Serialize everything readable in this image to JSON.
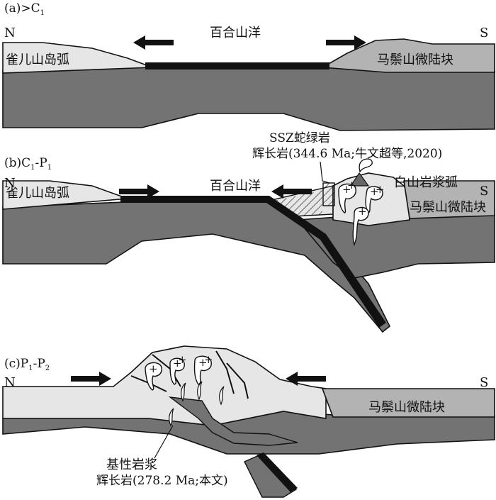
{
  "colors": {
    "light_crust": "#e6e6e6",
    "micro_block": "#b3b3b3",
    "mantle": "#737373",
    "oceanic_crust": "#111111",
    "outline": "#111111"
  },
  "panel_a": {
    "tag_prefix": "(a)>C",
    "tag_sub": "1",
    "north": "N",
    "south": "S",
    "ocean": "百合山洋",
    "arc": "雀儿山岛弧",
    "block": "马鬃山微陆块"
  },
  "panel_b": {
    "tag_prefix": "(b)C",
    "tag_sub1": "1",
    "tag_mid": "-P",
    "tag_sub2": "1",
    "north": "N",
    "south": "S",
    "ocean": "百合山洋",
    "arc": "雀儿山岛弧",
    "block": "马鬃山微陆块",
    "magmatic_arc": "白山岩浆弧",
    "ophiolite": "SSZ蛇绿岩",
    "gabbro": "辉长岩(344.6 Ma;牛文超等,2020)"
  },
  "panel_c": {
    "tag_prefix": "(c)P",
    "tag_sub1": "1",
    "tag_mid": "-P",
    "tag_sub2": "2",
    "north": "N",
    "south": "S",
    "block": "马鬃山微陆块",
    "magma": "基性岩浆",
    "gabbro": "辉长岩(278.2 Ma;本文)"
  },
  "symbols": {
    "plus": "+"
  }
}
